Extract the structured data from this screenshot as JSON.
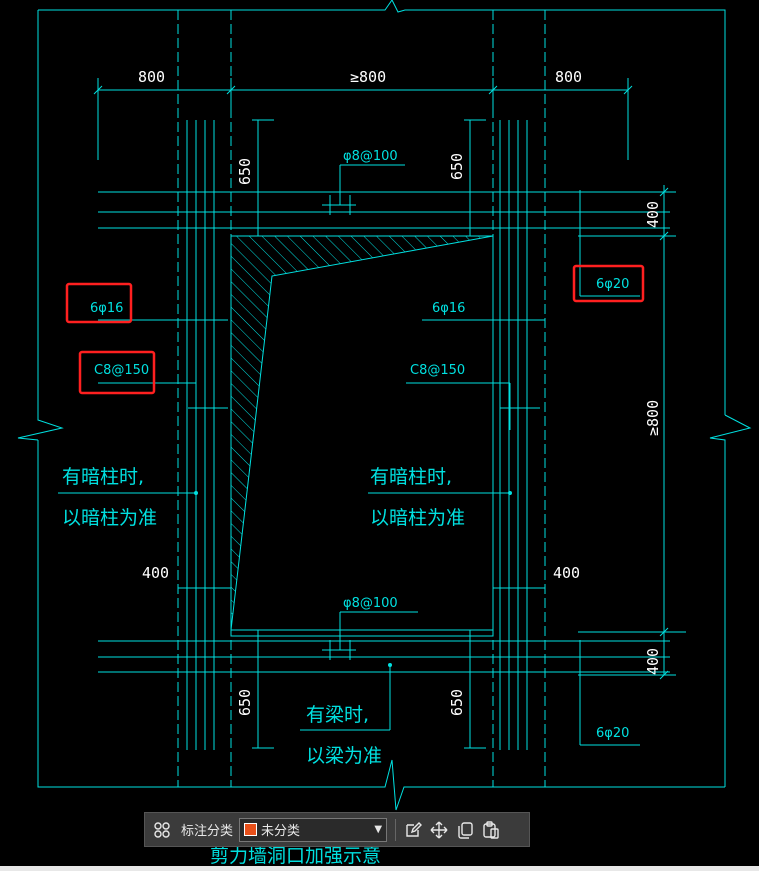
{
  "drawing": {
    "dims": {
      "top_left": "800",
      "top_mid": "≥800",
      "top_right": "800",
      "h650_tl": "650",
      "h650_tr": "650",
      "h650_bl": "650",
      "h650_br": "650",
      "v400_top": "400",
      "v800_right": "≥800",
      "v400_bot": "400",
      "h400_left": "400",
      "h400_right": "400"
    },
    "labels": {
      "rebar_top": "φ8@100",
      "rebar_bottom": "φ8@100",
      "bars_left": "6φ16",
      "bars_mid": "6φ16",
      "bars_right_top": "6φ20",
      "bars_right_bottom": "6φ20",
      "stirrup_left": "C8@150",
      "stirrup_mid": "C8@150"
    },
    "notes": {
      "left_1": "有暗柱时,",
      "left_2": "以暗柱为准",
      "mid_1": "有暗柱时,",
      "mid_2": "以暗柱为准",
      "bottom_1": "有梁时,",
      "bottom_2": "以梁为准",
      "caption_partial": "剪力墙洞口加强示意"
    },
    "highlight_color": "#ff2020",
    "line_color": "#00e0e0"
  },
  "toolbar": {
    "category_label": "标注分类",
    "category_value": "未分类",
    "swatch_color": "#e8501a",
    "icons": [
      "grid-icon",
      "edit-icon",
      "move-icon",
      "copy-icon",
      "paste-icon"
    ]
  }
}
